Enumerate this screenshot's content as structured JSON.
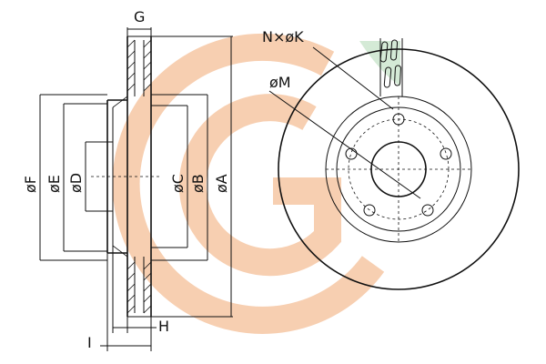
{
  "labels": {
    "G": "G",
    "F": "øF",
    "E": "øE",
    "D": "øD",
    "C": "øC",
    "B": "øB",
    "A": "øA",
    "I": "I",
    "H": "H",
    "NK": "N×øK",
    "M": "øM"
  },
  "colors": {
    "watermark_orange": "#f6c7a4",
    "watermark_green": "#cde7cf",
    "line": "#111111"
  },
  "bolt_hole_count": 5
}
